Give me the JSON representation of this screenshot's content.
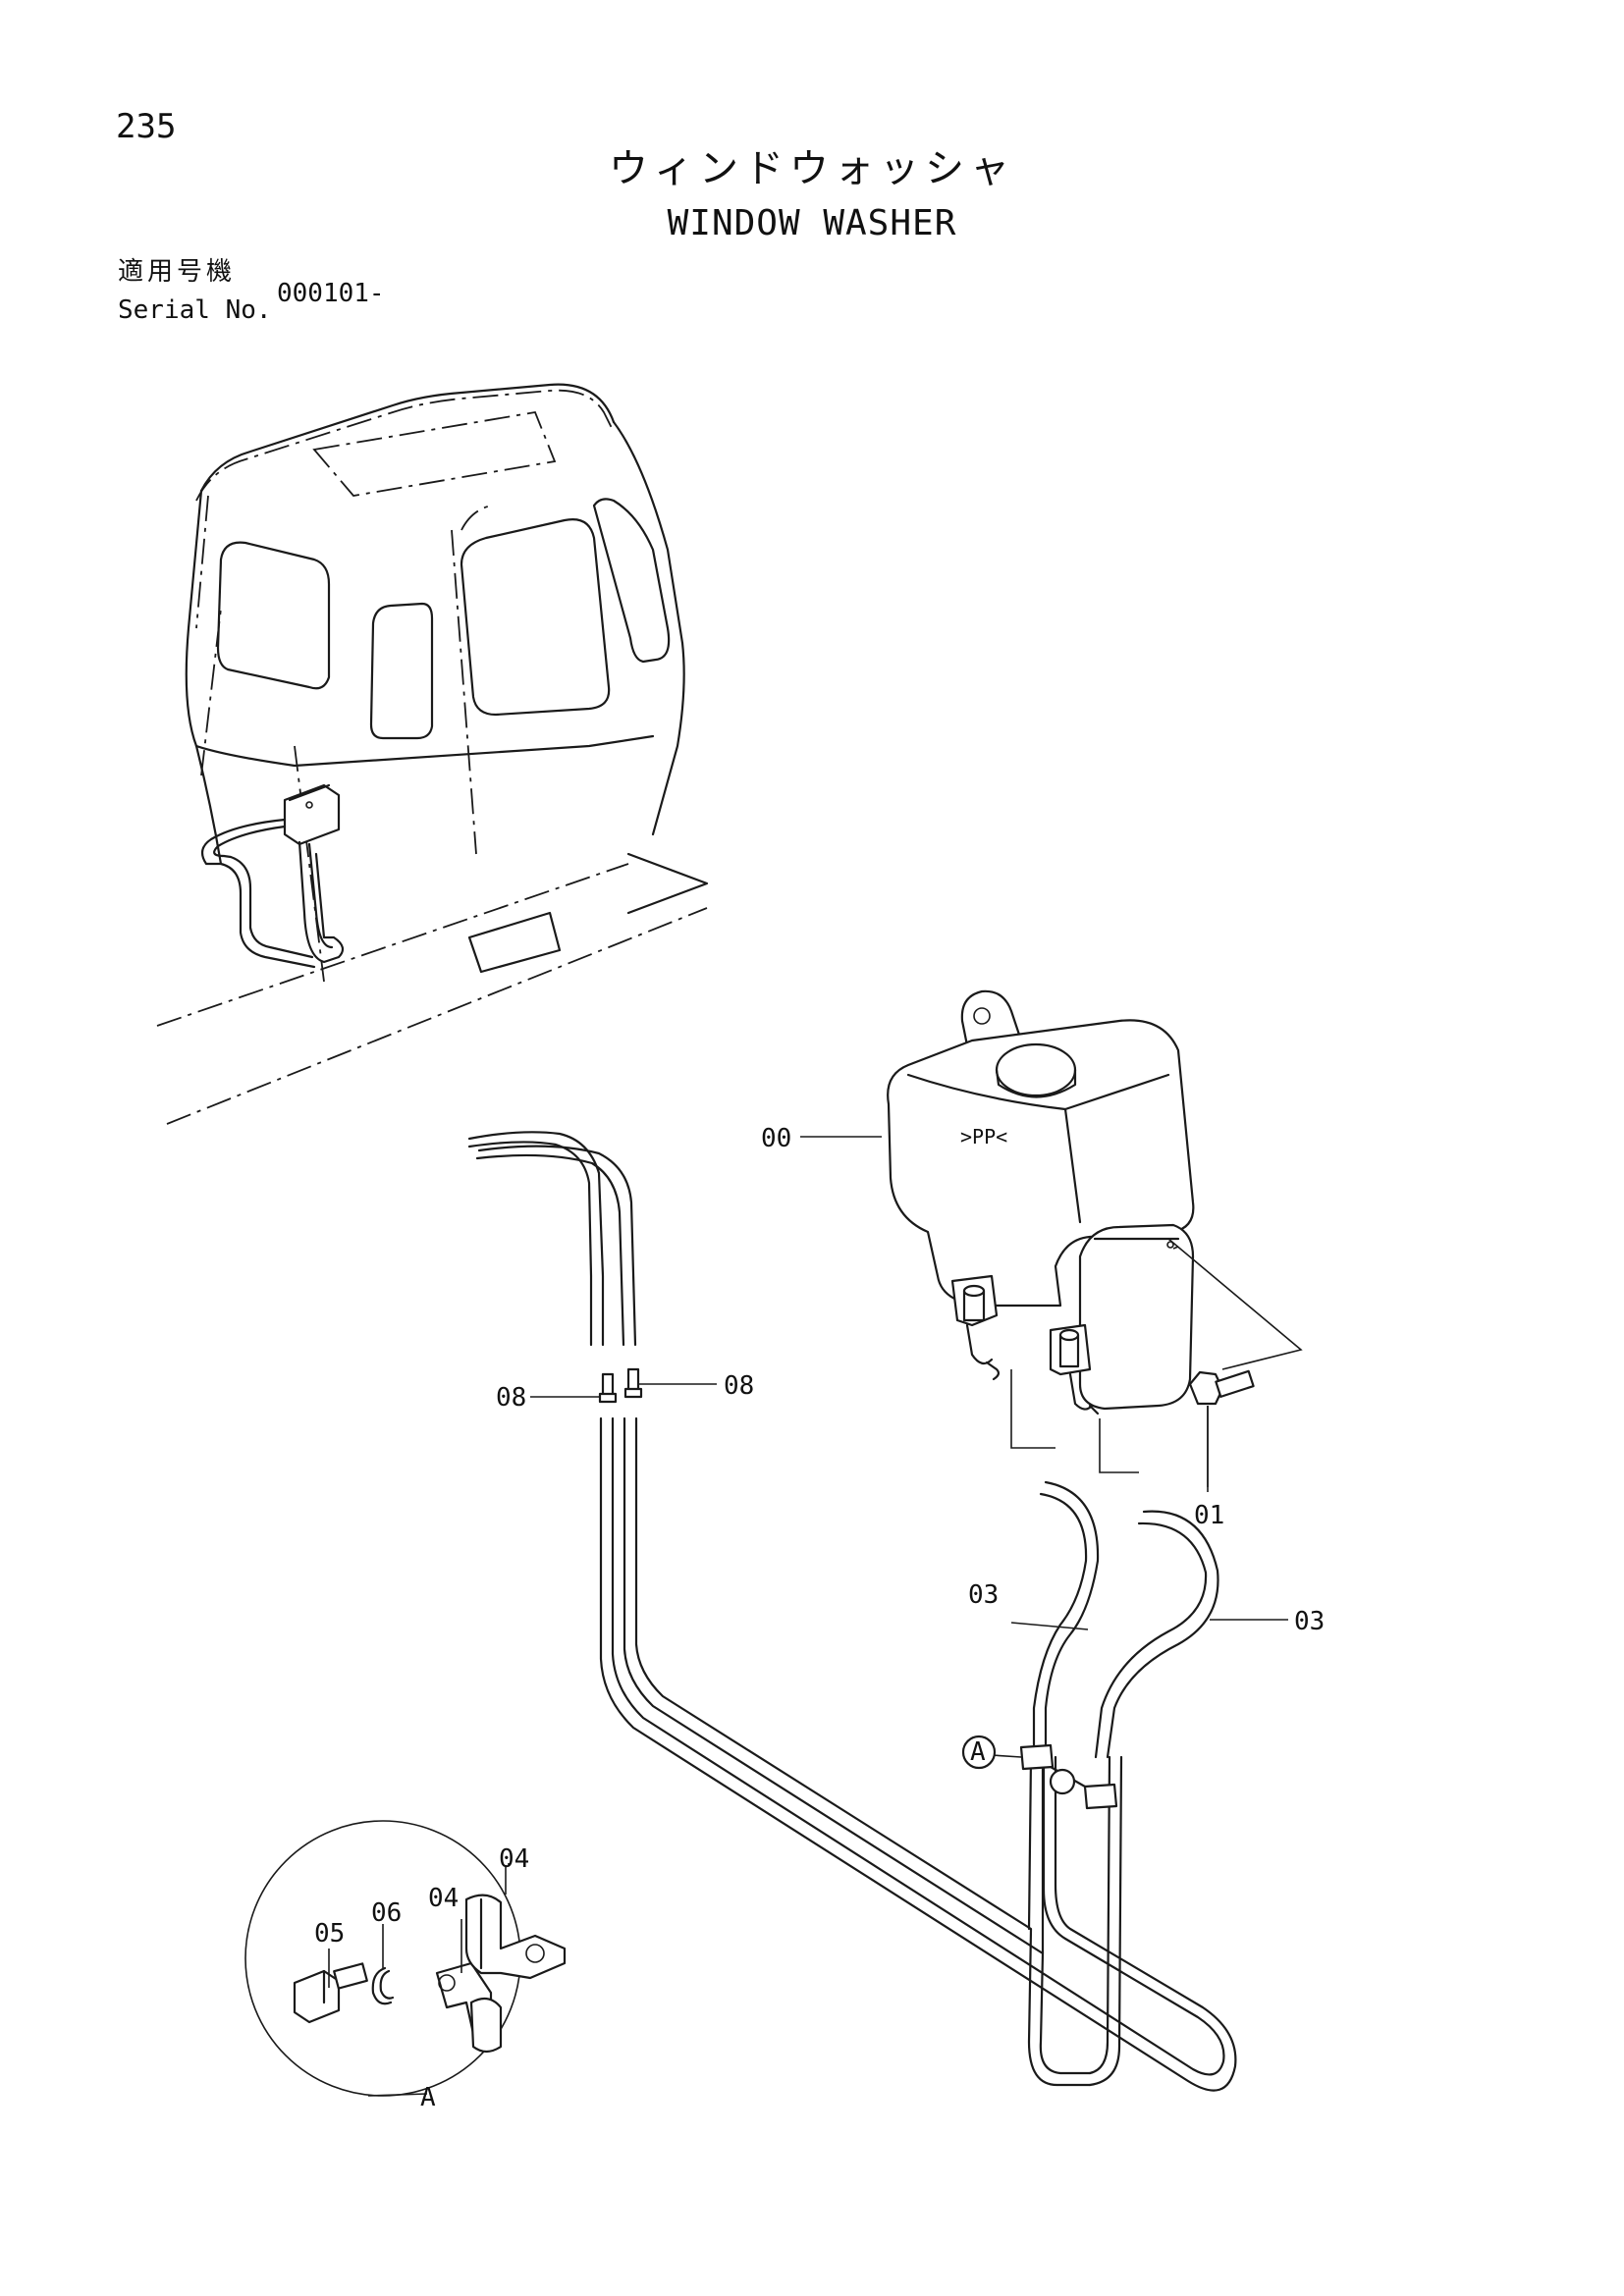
{
  "page": {
    "number": "235",
    "title_ja": "ウィンドウォッシャ",
    "title_en": "WINDOW WASHER"
  },
  "serial": {
    "label_ja": "適用号機",
    "label_en": "Serial No.",
    "value": "000101-"
  },
  "tank_marking": ">PP<",
  "callouts": {
    "tank": "00",
    "bolt": "01",
    "hose_left": "03",
    "hose_right": "03",
    "clamp_upper": "04",
    "clamp_lower": "04",
    "detail_bolt": "05",
    "detail_washer": "06",
    "joint_left": "08",
    "joint_right": "08",
    "detail_marker": "A",
    "detail_circle_label": "A"
  }
}
